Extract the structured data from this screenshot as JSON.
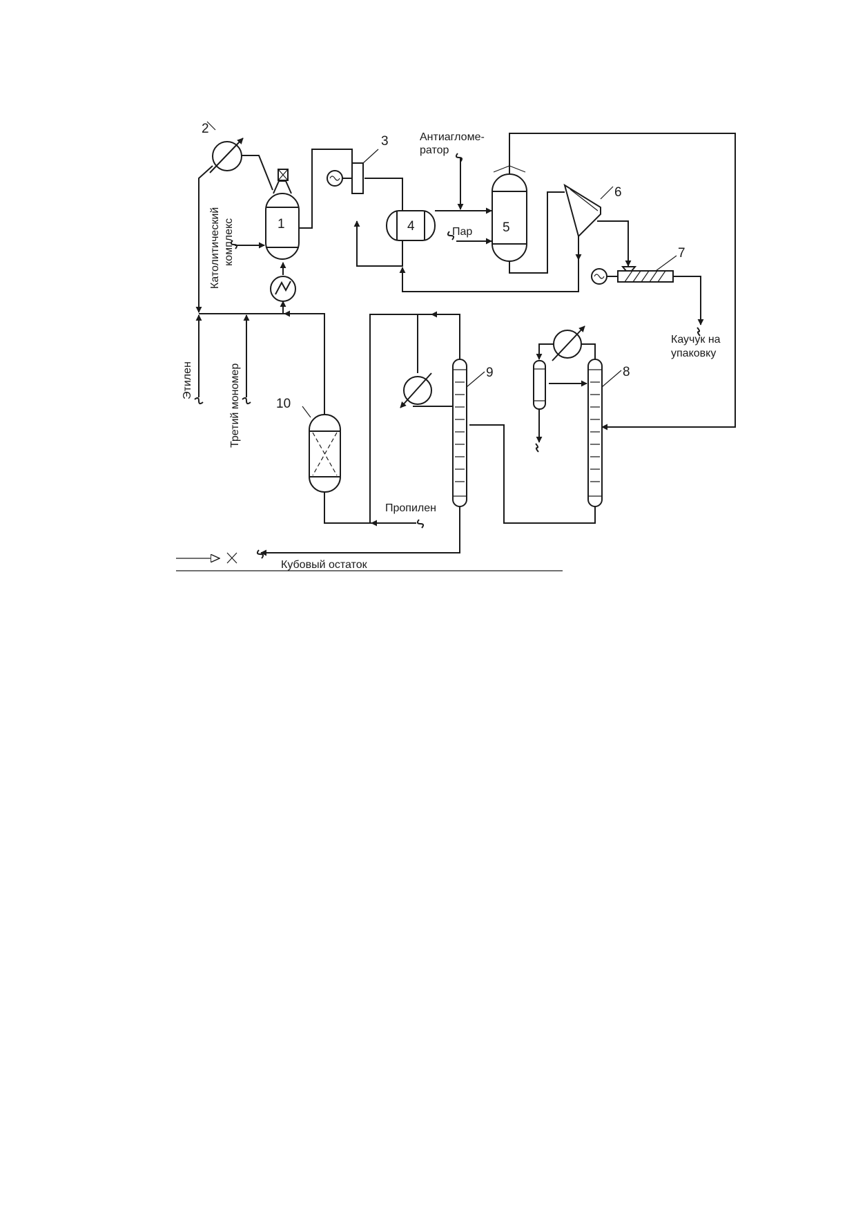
{
  "equipment_numbers": {
    "n1": "1",
    "n2": "2",
    "n3": "3",
    "n4": "4",
    "n5": "5",
    "n6": "6",
    "n7": "7",
    "n8": "8",
    "n9": "9",
    "n10": "10"
  },
  "labels": {
    "antiagglomerator_line1": "Антиагломе-",
    "antiagglomerator_line2": "ратор",
    "steam": "Пар",
    "catalytic_line1": "Католитический",
    "catalytic_line2": "комплекс",
    "ethylene": "Этилен",
    "third_monomer": "Третий мономер",
    "rubber_line1": "Каучук на",
    "rubber_line2": "упаковку",
    "propylene": "Пропилен",
    "bottoms": "Кубовый остаток"
  },
  "colors": {
    "line": "#1a1a1a",
    "background": "#ffffff"
  },
  "icons": [
    "arrow-icon",
    "wavy-break-icon",
    "motor-icon",
    "heat-exchanger-icon",
    "coil-heater-icon"
  ]
}
